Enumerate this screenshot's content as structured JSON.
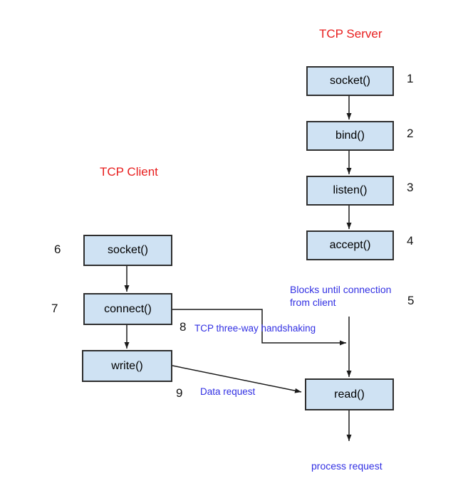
{
  "titles": {
    "server": "TCP Server",
    "client": "TCP Client"
  },
  "server_boxes": [
    {
      "label": "socket()",
      "step": "1"
    },
    {
      "label": "bind()",
      "step": "2"
    },
    {
      "label": "listen()",
      "step": "3"
    },
    {
      "label": "accept()",
      "step": "4"
    }
  ],
  "read_box": {
    "label": "read()"
  },
  "client_boxes": [
    {
      "label": "socket()",
      "step": "6"
    },
    {
      "label": "connect()",
      "step": "7"
    },
    {
      "label": "write()",
      "step": ""
    }
  ],
  "steps": {
    "s5": "5",
    "s8": "8",
    "s9": "9"
  },
  "annotations": {
    "blocks_line1": "Blocks until connection",
    "blocks_line2": "from client",
    "handshake": "TCP three-way handshaking",
    "data_request": "Data request",
    "process_request": "process request"
  },
  "colors": {
    "box_fill": "#cfe2f3",
    "box_border": "#2e2e2e",
    "title_red": "#e81e1e",
    "annotation_blue": "#3230e3",
    "arrow_black": "#1a1a1a",
    "background": "#ffffff"
  }
}
